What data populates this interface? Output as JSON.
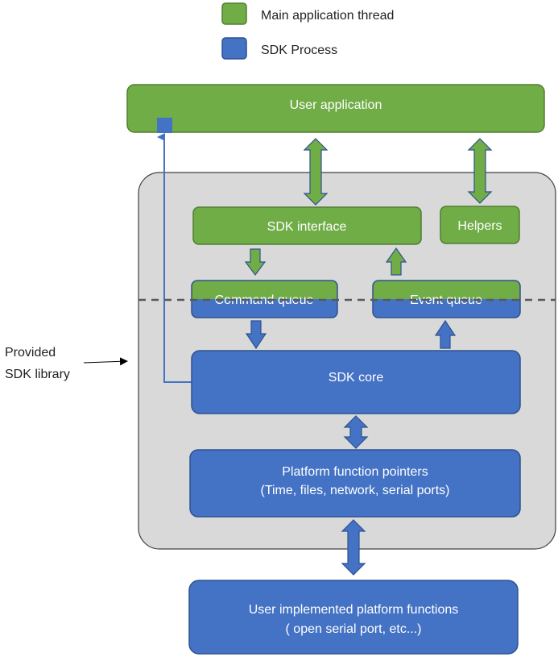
{
  "legend": {
    "items": [
      {
        "label": "Main application thread",
        "color": "#70AD47"
      },
      {
        "label": "SDK Process",
        "color": "#4472C4"
      }
    ]
  },
  "colors": {
    "green": "#70AD47",
    "green_border": "#507E32",
    "blue": "#4472C4",
    "blue_border": "#2F528F",
    "container": "#D9D9D9",
    "container_border": "#404040",
    "dash": "#595959"
  },
  "nodes": {
    "user_application": "User application",
    "sdk_interface": "SDK interface",
    "helpers": "Helpers",
    "command_queue": "Command queue",
    "event_queue": "Event queue",
    "sdk_core": "SDK core",
    "platform_pointers": {
      "line1": "Platform function pointers",
      "line2": "(Time, files, network, serial ports)"
    },
    "user_platform": {
      "line1": "User implemented platform functions",
      "line2": "( open serial port, etc...)"
    }
  },
  "side_label": {
    "line1": "Provided",
    "line2": "SDK library"
  }
}
